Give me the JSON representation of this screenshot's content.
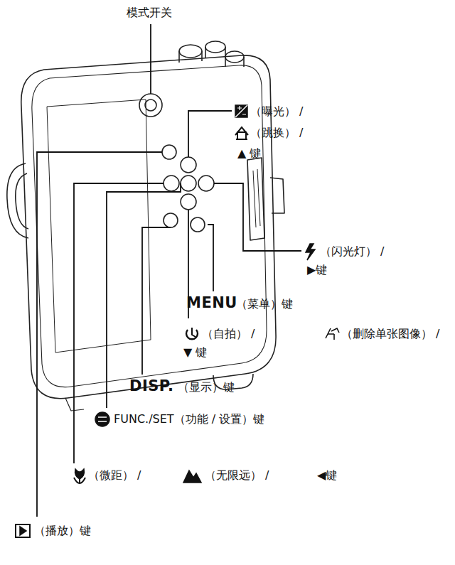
{
  "diagram": {
    "labels": [
      "模式开关",
      "（曝光） /",
      "（跳换） /",
      "▲ 键",
      "（闪光灯） /",
      "▶键",
      "MENU",
      "（菜单）键",
      "（自拍） /",
      "（删除单张图像） /",
      "▼ 键",
      "DISP.",
      "（显示）键",
      "FUNC./SET（功能 / 设置）键",
      "（微距） /",
      "（无限远） /",
      "◀键",
      "（播放）键"
    ]
  }
}
